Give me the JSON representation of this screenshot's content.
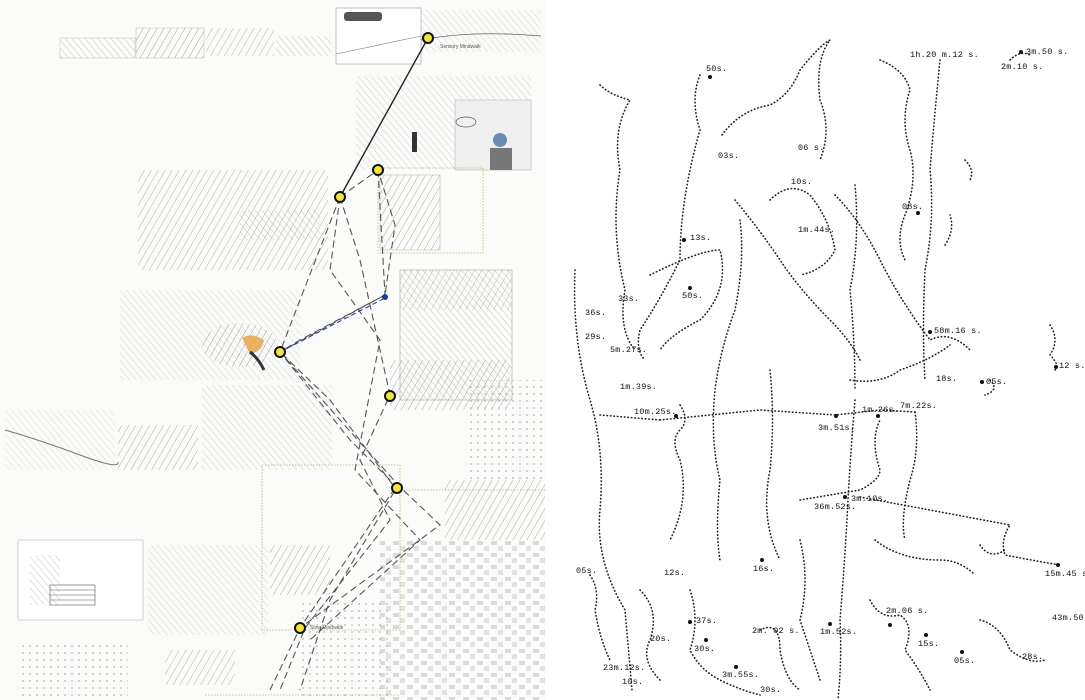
{
  "left": {
    "labels": {
      "top": "Sensory Mindwalk",
      "bottom": "Slow Mindwalk"
    }
  },
  "right": {
    "time_labels": [
      "50s.",
      "1h.20 m.12 s.",
      "3m.50 s.",
      "2m.10 s.",
      "03s.",
      "06 s.",
      "10s.",
      "08s.",
      "13s.",
      "1m.44s.",
      "50s.",
      "33s.",
      "36s.",
      "29s.",
      "5m.27s.",
      "58m.16 s.",
      "12 s.",
      "18s.",
      "05s.",
      "1m.39s.",
      "10m.25s.",
      "1m.26s.",
      "7m.22s.",
      "3m.51s.",
      "3m.10s.",
      "36m.52s.",
      "05s.",
      "12s.",
      "16s.",
      "15m.45 s.",
      "2m.06 s.",
      "43m.50",
      "37s.",
      "2m. 02 s.",
      "1m.52s.",
      "20s.",
      "30s.",
      "15s.",
      "05s.",
      "28s.",
      "23m.12s.",
      "10s.",
      "3m.55s.",
      "30s."
    ]
  }
}
